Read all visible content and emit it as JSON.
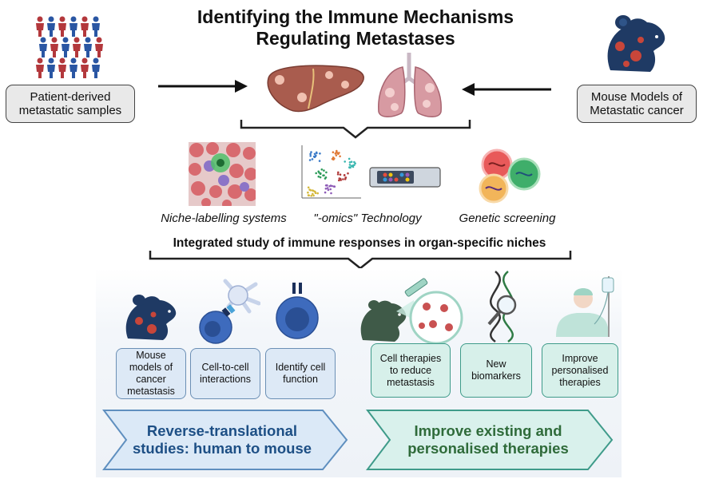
{
  "title": "Identifying the Immune Mechanisms\nRegulating Metastases",
  "left_box": "Patient-derived\nmetastatic samples",
  "right_box": "Mouse Models of\nMetastatic cancer",
  "methods": [
    {
      "label": "Niche-labelling systems",
      "icon": "tissue-microscopy-icon"
    },
    {
      "label": "\"-omics\" Technology",
      "icon": "umap-plot-icon"
    },
    {
      "label": "Genetic screening",
      "icon": "dna-cells-icon"
    }
  ],
  "integrated": "Integrated study of immune responses in organ-specific niches",
  "left_items": [
    {
      "label": "Mouse\nmodels of\ncancer\nmetastasis",
      "icon": "mouse-tumor-icon"
    },
    {
      "label": "Cell-to-cell\ninteractions",
      "icon": "cell-interaction-icon"
    },
    {
      "label": "Identify cell\nfunction",
      "icon": "immune-cell-icon"
    }
  ],
  "right_items": [
    {
      "label": "Cell therapies\nto reduce\nmetastasis",
      "icon": "mouse-injection-icon"
    },
    {
      "label": "New\nbiomarkers",
      "icon": "dna-magnifier-icon"
    },
    {
      "label": "Improve\npersonalised\ntherapies",
      "icon": "patient-iv-icon"
    }
  ],
  "left_banner": "Reverse-translational\nstudies: human to mouse",
  "right_banner": "Improve existing and\npersonalised therapies",
  "colors": {
    "left_banner_text": "#1d4f85",
    "right_banner_text": "#2f6b3a",
    "mouse_body": "#1f3a64",
    "tumor": "#c8463a",
    "people_blue": "#2a56a3",
    "people_red": "#b3383c"
  }
}
